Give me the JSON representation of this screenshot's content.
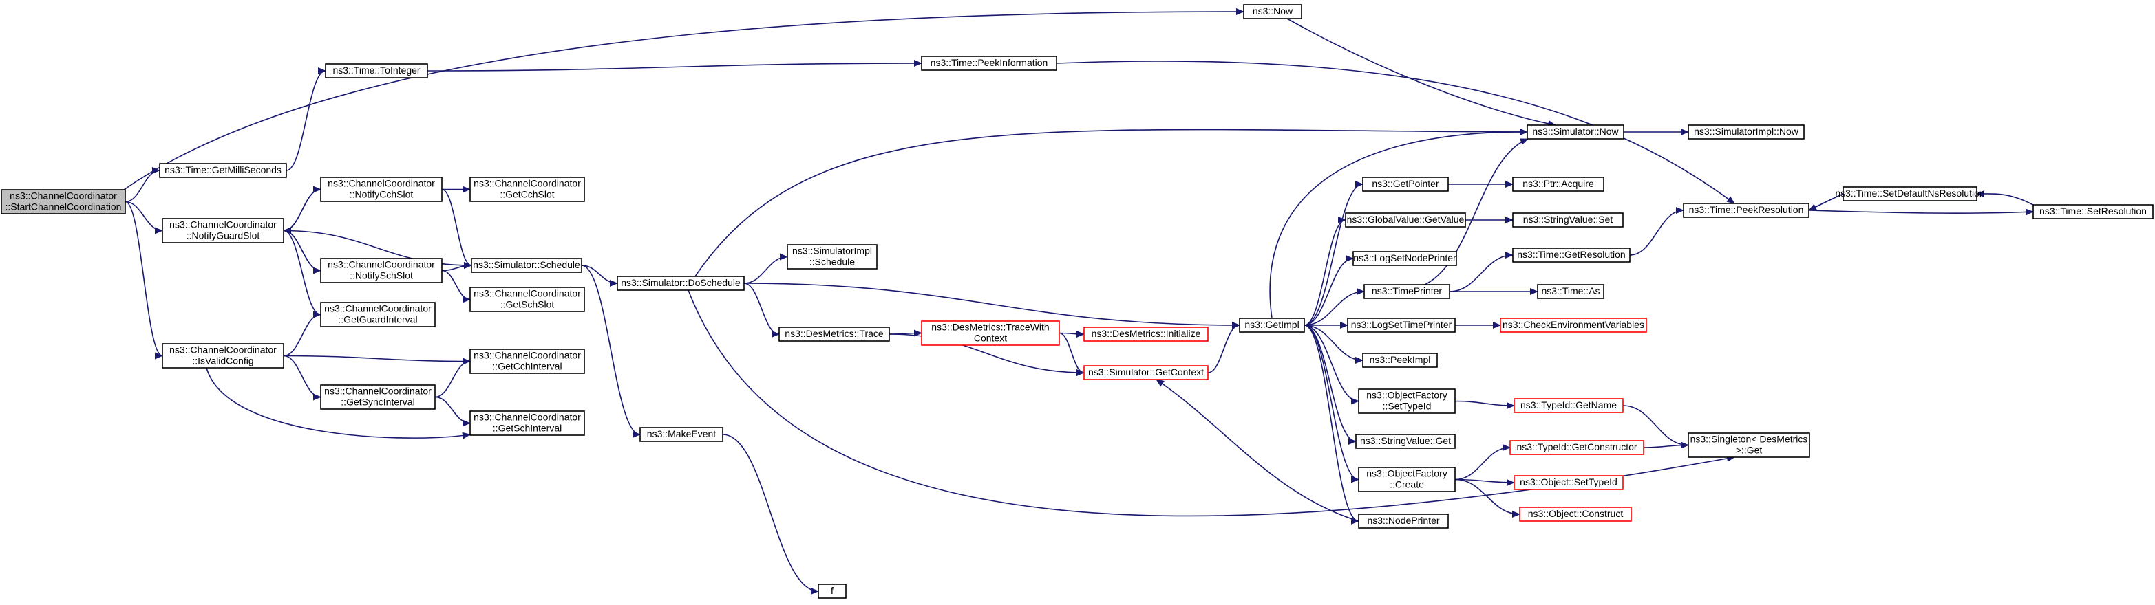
{
  "colors": {
    "edge": "#191970",
    "node_border": "#000000",
    "truncated_border": "#ff0000",
    "root_fill": "#bfbfbf",
    "node_fill": "#ffffff"
  },
  "nodes": [
    {
      "id": "start",
      "lines": [
        "ns3::ChannelCoordinator",
        "::StartChannelCoordination"
      ],
      "style": "root"
    },
    {
      "id": "now",
      "lines": [
        "ns3::Now"
      ],
      "style": "normal"
    },
    {
      "id": "toint",
      "lines": [
        "ns3::Time::ToInteger"
      ],
      "style": "normal"
    },
    {
      "id": "peekinfo",
      "lines": [
        "ns3::Time::PeekInformation"
      ],
      "style": "normal"
    },
    {
      "id": "getms",
      "lines": [
        "ns3::Time::GetMilliSeconds"
      ],
      "style": "normal"
    },
    {
      "id": "simnow",
      "lines": [
        "ns3::Simulator::Now"
      ],
      "style": "normal"
    },
    {
      "id": "simimplnow",
      "lines": [
        "ns3::SimulatorImpl::Now"
      ],
      "style": "normal"
    },
    {
      "id": "notifycch",
      "lines": [
        "ns3::ChannelCoordinator",
        "::NotifyCchSlot"
      ],
      "style": "normal"
    },
    {
      "id": "getcchslot",
      "lines": [
        "ns3::ChannelCoordinator",
        "::GetCchSlot"
      ],
      "style": "normal"
    },
    {
      "id": "notifyguard",
      "lines": [
        "ns3::ChannelCoordinator",
        "::NotifyGuardSlot"
      ],
      "style": "normal"
    },
    {
      "id": "getpointer",
      "lines": [
        "ns3::GetPointer"
      ],
      "style": "normal"
    },
    {
      "id": "ptracquire",
      "lines": [
        "ns3::Ptr::Acquire"
      ],
      "style": "normal"
    },
    {
      "id": "peekres",
      "lines": [
        "ns3::Time::PeekResolution"
      ],
      "style": "normal"
    },
    {
      "id": "setdefres",
      "lines": [
        "ns3::Time::SetDefaultNsResolution"
      ],
      "style": "normal"
    },
    {
      "id": "setres",
      "lines": [
        "ns3::Time::SetResolution"
      ],
      "style": "normal"
    },
    {
      "id": "gvgetvalue",
      "lines": [
        "ns3::GlobalValue::GetValue"
      ],
      "style": "normal"
    },
    {
      "id": "svset",
      "lines": [
        "ns3::StringValue::Set"
      ],
      "style": "normal"
    },
    {
      "id": "simimplsched",
      "lines": [
        "ns3::SimulatorImpl",
        "::Schedule"
      ],
      "style": "normal"
    },
    {
      "id": "logsetnode",
      "lines": [
        "ns3::LogSetNodePrinter"
      ],
      "style": "normal"
    },
    {
      "id": "getres",
      "lines": [
        "ns3::Time::GetResolution"
      ],
      "style": "normal"
    },
    {
      "id": "notifysch",
      "lines": [
        "ns3::ChannelCoordinator",
        "::NotifySchSlot"
      ],
      "style": "normal"
    },
    {
      "id": "simsched",
      "lines": [
        "ns3::Simulator::Schedule"
      ],
      "style": "normal"
    },
    {
      "id": "dosched",
      "lines": [
        "ns3::Simulator::DoSchedule"
      ],
      "style": "normal"
    },
    {
      "id": "timeprinter",
      "lines": [
        "ns3::TimePrinter"
      ],
      "style": "normal"
    },
    {
      "id": "timeas",
      "lines": [
        "ns3::Time::As"
      ],
      "style": "normal"
    },
    {
      "id": "getschslot",
      "lines": [
        "ns3::ChannelCoordinator",
        "::GetSchSlot"
      ],
      "style": "normal"
    },
    {
      "id": "getguard",
      "lines": [
        "ns3::ChannelCoordinator",
        "::GetGuardInterval"
      ],
      "style": "normal"
    },
    {
      "id": "dmtrace",
      "lines": [
        "ns3::DesMetrics::Trace"
      ],
      "style": "normal"
    },
    {
      "id": "dmtracectx",
      "lines": [
        "ns3::DesMetrics::TraceWith",
        "Context"
      ],
      "style": "trunc"
    },
    {
      "id": "getimpl",
      "lines": [
        "ns3::GetImpl"
      ],
      "style": "normal"
    },
    {
      "id": "logsettime",
      "lines": [
        "ns3::LogSetTimePrinter"
      ],
      "style": "normal"
    },
    {
      "id": "checkenv",
      "lines": [
        "ns3::CheckEnvironmentVariables"
      ],
      "style": "trunc"
    },
    {
      "id": "dminit",
      "lines": [
        "ns3::DesMetrics::Initialize"
      ],
      "style": "trunc"
    },
    {
      "id": "isvalid",
      "lines": [
        "ns3::ChannelCoordinator",
        "::IsValidConfig"
      ],
      "style": "normal"
    },
    {
      "id": "getcchint",
      "lines": [
        "ns3::ChannelCoordinator",
        "::GetCchInterval"
      ],
      "style": "normal"
    },
    {
      "id": "getctx",
      "lines": [
        "ns3::Simulator::GetContext"
      ],
      "style": "trunc"
    },
    {
      "id": "peekimpl",
      "lines": [
        "ns3::PeekImpl"
      ],
      "style": "normal"
    },
    {
      "id": "getsync",
      "lines": [
        "ns3::ChannelCoordinator",
        "::GetSyncInterval"
      ],
      "style": "normal"
    },
    {
      "id": "ofsettypeid",
      "lines": [
        "ns3::ObjectFactory",
        "::SetTypeId"
      ],
      "style": "normal"
    },
    {
      "id": "tidgetname",
      "lines": [
        "ns3::TypeId::GetName"
      ],
      "style": "trunc"
    },
    {
      "id": "getschint",
      "lines": [
        "ns3::ChannelCoordinator",
        "::GetSchInterval"
      ],
      "style": "normal"
    },
    {
      "id": "makeevent",
      "lines": [
        "ns3::MakeEvent"
      ],
      "style": "normal"
    },
    {
      "id": "svget",
      "lines": [
        "ns3::StringValue::Get"
      ],
      "style": "normal"
    },
    {
      "id": "singleton",
      "lines": [
        "ns3::Singleton< DesMetrics",
        " >::Get"
      ],
      "style": "normal"
    },
    {
      "id": "tidgetctor",
      "lines": [
        "ns3::TypeId::GetConstructor"
      ],
      "style": "trunc"
    },
    {
      "id": "ofcreate",
      "lines": [
        "ns3::ObjectFactory",
        "::Create"
      ],
      "style": "normal"
    },
    {
      "id": "objsettypeid",
      "lines": [
        "ns3::Object::SetTypeId"
      ],
      "style": "trunc"
    },
    {
      "id": "nodeprinter",
      "lines": [
        "ns3::NodePrinter"
      ],
      "style": "normal"
    },
    {
      "id": "objconstruct",
      "lines": [
        "ns3::Object::Construct"
      ],
      "style": "trunc"
    },
    {
      "id": "f",
      "lines": [
        "f"
      ],
      "style": "normal"
    }
  ],
  "edges": [
    [
      "start",
      "now"
    ],
    [
      "start",
      "getms"
    ],
    [
      "start",
      "notifyguard"
    ],
    [
      "start",
      "isvalid"
    ],
    [
      "getms",
      "toint"
    ],
    [
      "toint",
      "peekinfo"
    ],
    [
      "peekinfo",
      "peekres"
    ],
    [
      "now",
      "simnow"
    ],
    [
      "simnow",
      "simimplnow"
    ],
    [
      "notifyguard",
      "notifycch"
    ],
    [
      "notifyguard",
      "notifysch"
    ],
    [
      "notifyguard",
      "simsched"
    ],
    [
      "notifyguard",
      "getguard"
    ],
    [
      "notifycch",
      "notifyguard"
    ],
    [
      "notifycch",
      "getcchslot"
    ],
    [
      "notifycch",
      "simsched"
    ],
    [
      "notifysch",
      "notifyguard"
    ],
    [
      "notifysch",
      "simsched"
    ],
    [
      "notifysch",
      "getschslot"
    ],
    [
      "isvalid",
      "getguard"
    ],
    [
      "isvalid",
      "getcchint"
    ],
    [
      "isvalid",
      "getsync"
    ],
    [
      "isvalid",
      "getschint"
    ],
    [
      "getsync",
      "getcchint"
    ],
    [
      "getsync",
      "getschint"
    ],
    [
      "simsched",
      "dosched"
    ],
    [
      "simsched",
      "makeevent"
    ],
    [
      "makeevent",
      "f"
    ],
    [
      "dosched",
      "simnow"
    ],
    [
      "dosched",
      "simimplsched"
    ],
    [
      "dosched",
      "getimpl"
    ],
    [
      "dosched",
      "dmtrace"
    ],
    [
      "dosched",
      "singleton"
    ],
    [
      "dmtrace",
      "dmtracectx"
    ],
    [
      "dmtrace",
      "getctx"
    ],
    [
      "dmtracectx",
      "dminit"
    ],
    [
      "dmtracectx",
      "getctx"
    ],
    [
      "getctx",
      "getimpl"
    ],
    [
      "getimpl",
      "simnow"
    ],
    [
      "getimpl",
      "getpointer"
    ],
    [
      "getimpl",
      "gvgetvalue"
    ],
    [
      "getimpl",
      "logsetnode"
    ],
    [
      "getimpl",
      "timeprinter"
    ],
    [
      "getimpl",
      "logsettime"
    ],
    [
      "getimpl",
      "peekimpl"
    ],
    [
      "getimpl",
      "ofsettypeid"
    ],
    [
      "getimpl",
      "svget"
    ],
    [
      "getimpl",
      "ofcreate"
    ],
    [
      "getimpl",
      "nodeprinter"
    ],
    [
      "nodeprinter",
      "getctx"
    ],
    [
      "getpointer",
      "ptracquire"
    ],
    [
      "gvgetvalue",
      "svset"
    ],
    [
      "timeprinter",
      "simnow"
    ],
    [
      "timeprinter",
      "getres"
    ],
    [
      "timeprinter",
      "timeas"
    ],
    [
      "getres",
      "peekres"
    ],
    [
      "logsettime",
      "checkenv"
    ],
    [
      "ofsettypeid",
      "tidgetname"
    ],
    [
      "tidgetname",
      "singleton"
    ],
    [
      "ofcreate",
      "tidgetctor"
    ],
    [
      "ofcreate",
      "objsettypeid"
    ],
    [
      "ofcreate",
      "objconstruct"
    ],
    [
      "tidgetctor",
      "singleton"
    ],
    [
      "setdefres",
      "peekres"
    ],
    [
      "setres",
      "setdefres"
    ],
    [
      "peekres",
      "setres"
    ]
  ]
}
